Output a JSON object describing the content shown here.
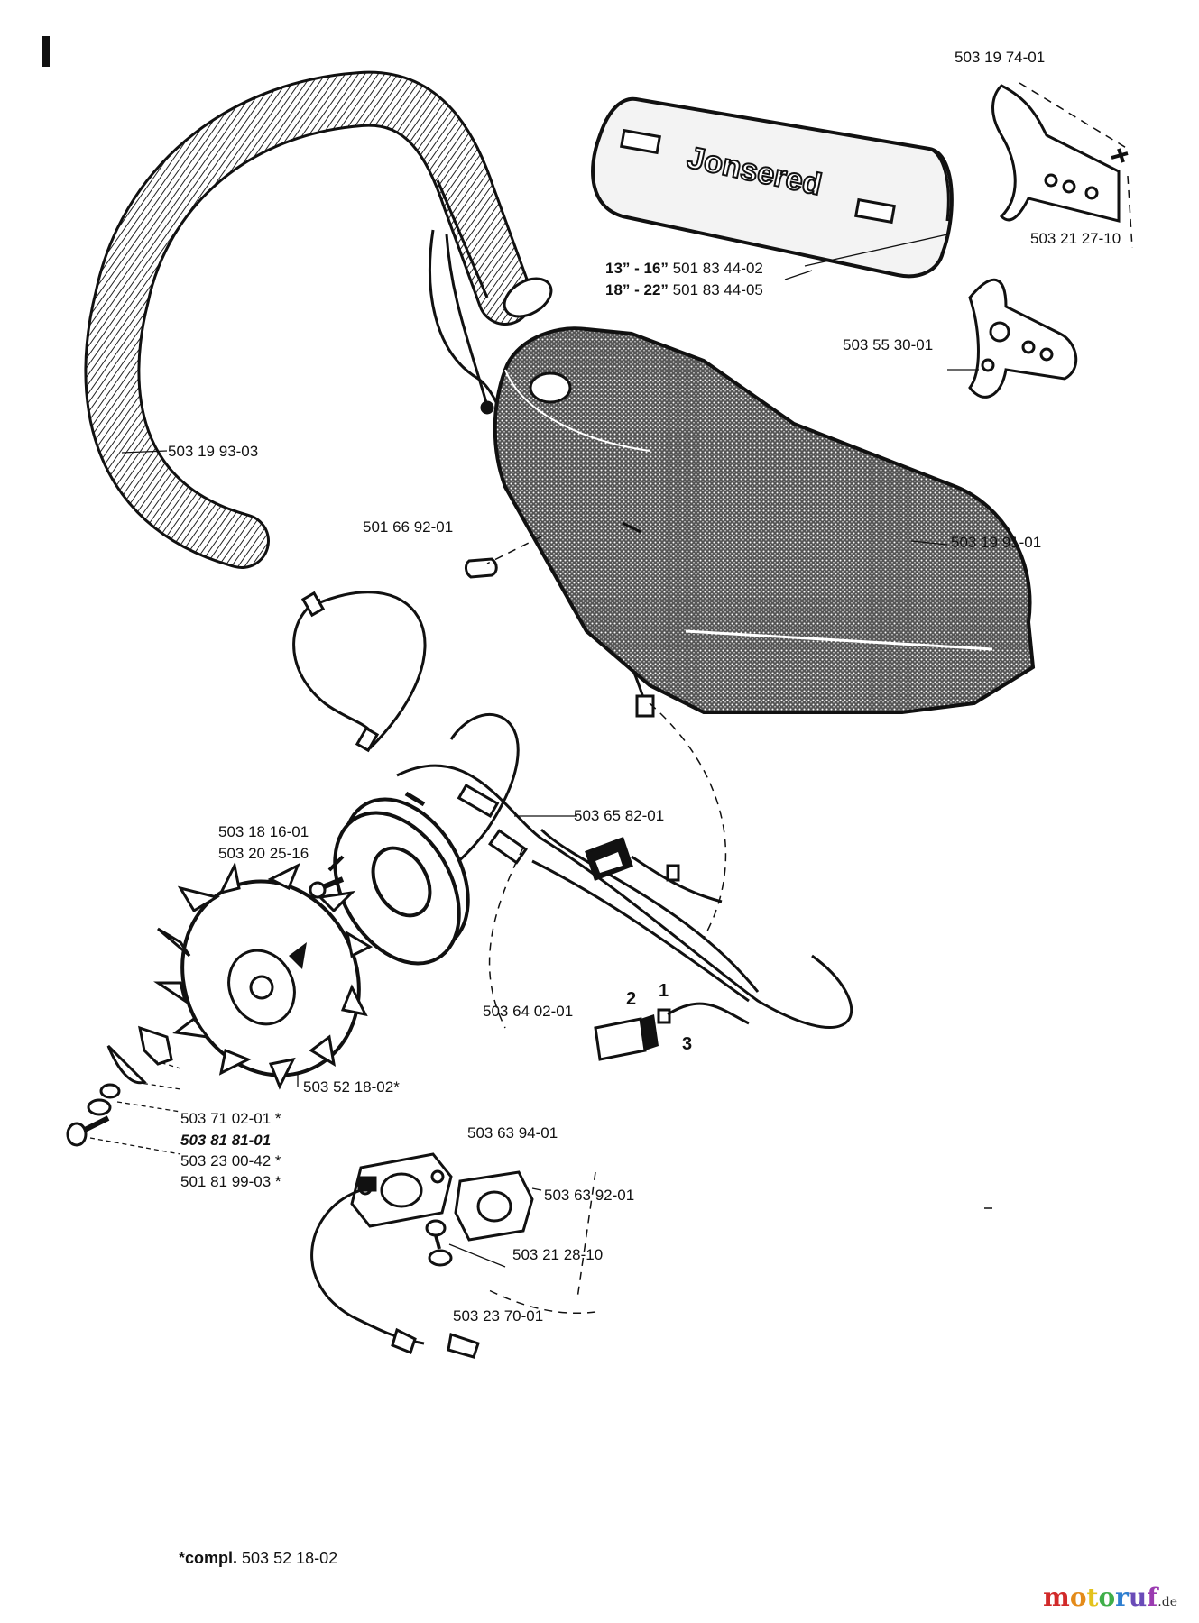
{
  "section_mark": "I",
  "brand_on_cover": "Jonsered",
  "labels": {
    "p1": "503 19 74-01",
    "p2": "503 21 27-10",
    "p3_size": "13” - 16”",
    "p3_num": "501 83 44-02",
    "p4_size": "18” - 22”",
    "p4_num": "501 83 44-05",
    "p5": "503 55 30-01",
    "p6": "503 19 93-03",
    "p7": "501 66 92-01",
    "p8": "503 19 91-01",
    "p9": "503 18 16-01",
    "p10": "503 20 25-16",
    "p11": "503 65 82-01",
    "p12": "503 64 02-01",
    "p13": "503 52 18-02*",
    "p14": "503 71 02-01 *",
    "p15": "503 81 81-01",
    "p16": "503 23 00-42 *",
    "p17": "501 81 99-03 *",
    "p18": "503 63 94-01",
    "p19": "503 63 92-01",
    "p20": "503 21 28-10",
    "p21": "503 23 70-01",
    "n1": "1",
    "n2": "2",
    "n3": "3"
  },
  "footnote": {
    "prefix": "*compl.",
    "value": "503 52 18-02"
  },
  "watermark": {
    "letters": [
      "m",
      "o",
      "t",
      "o",
      "r",
      "u",
      "f"
    ],
    "suffix": ".de"
  }
}
